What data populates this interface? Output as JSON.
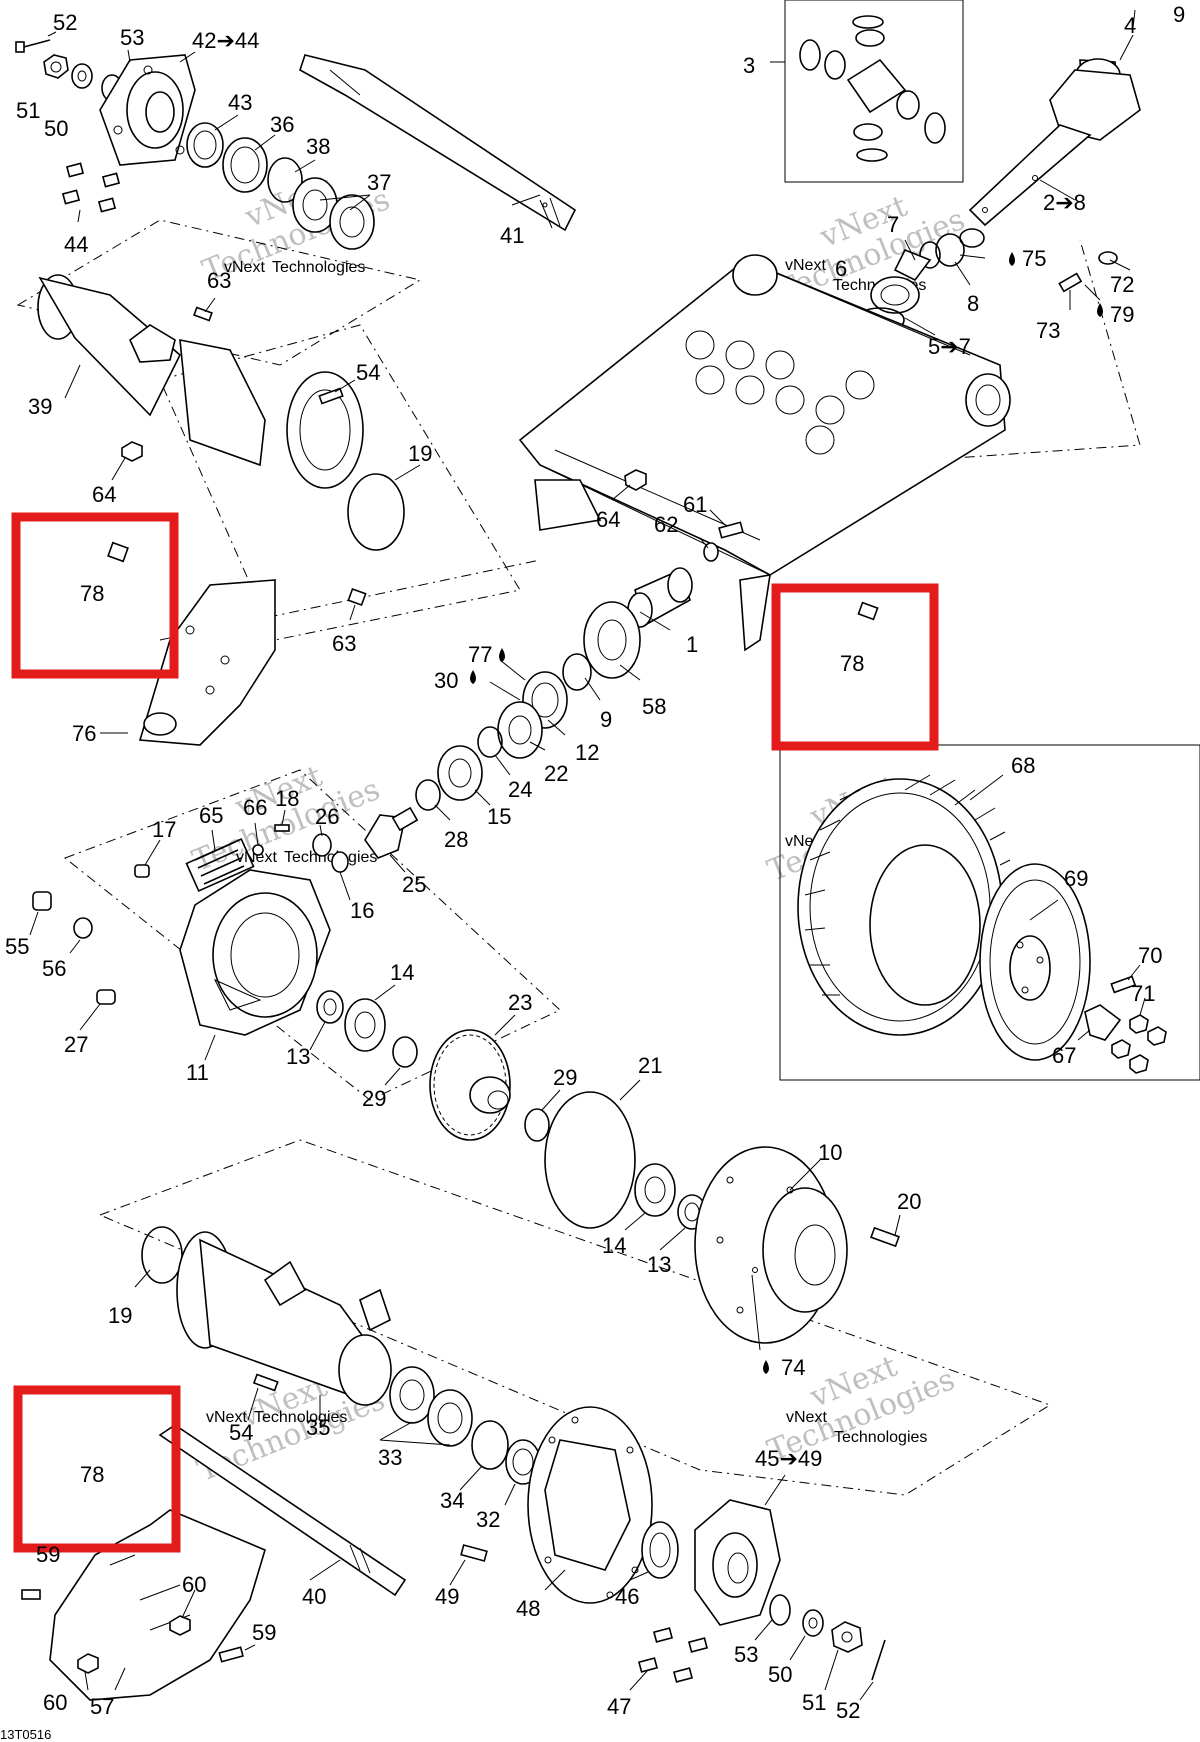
{
  "diagram": {
    "code": "13T0516",
    "watermark": [
      "vNext",
      "Technologies"
    ],
    "callouts": {
      "c52a": "52",
      "c53a": "53",
      "c42": "42➔44",
      "c51a": "51",
      "c50a": "50",
      "c43": "43",
      "c36": "36",
      "c38": "38",
      "c37": "37",
      "c44": "44",
      "c41": "41",
      "c3": "3",
      "c4": "4",
      "c9": "9",
      "c2": "2➔8",
      "c7": "7",
      "c6": "6",
      "c75": "75",
      "c72": "72",
      "c73": "73",
      "c79": "79",
      "c8": "8",
      "c57b": "5➔7",
      "c63a": "63",
      "c39": "39",
      "c54a": "54",
      "c64a": "64",
      "c19a": "19",
      "c64b": "64",
      "c61": "61",
      "c62": "62",
      "c78a": "78",
      "c63b": "63",
      "c1": "1",
      "c78b": "78",
      "c77": "77",
      "c30": "30",
      "c9b": "9",
      "c58": "58",
      "c12": "12",
      "c22": "22",
      "c24": "24",
      "c15": "15",
      "c28": "28",
      "c76": "76",
      "c68": "68",
      "c69": "69",
      "c70": "70",
      "c71": "71",
      "c67": "67",
      "c17": "17",
      "c65": "65",
      "c66": "66",
      "c18": "18",
      "c26": "26",
      "c25": "25",
      "c16": "16",
      "c55": "55",
      "c56": "56",
      "c27": "27",
      "c11": "11",
      "c13a": "13",
      "c14a": "14",
      "c29a": "29",
      "c23": "23",
      "c29b": "29",
      "c21": "21",
      "c10": "10",
      "c20": "20",
      "c14b": "14",
      "c13b": "13",
      "c74": "74",
      "c19b": "19",
      "c35": "35",
      "c54b": "54",
      "c33": "33",
      "c34": "34",
      "c32": "32",
      "c78c": "78",
      "c40": "40",
      "c49": "49",
      "c48": "48",
      "c46": "46",
      "c45": "45➔49",
      "c53b": "53",
      "c50b": "50",
      "c51b": "51",
      "c52b": "52",
      "c47": "47",
      "c60a": "60",
      "c59": "59",
      "c60b": "60",
      "c57": "57",
      "c59a": "59"
    },
    "colors": {
      "line": "#000000",
      "highlight": "#e31b1b",
      "watermark": "#bfbfbf"
    }
  }
}
